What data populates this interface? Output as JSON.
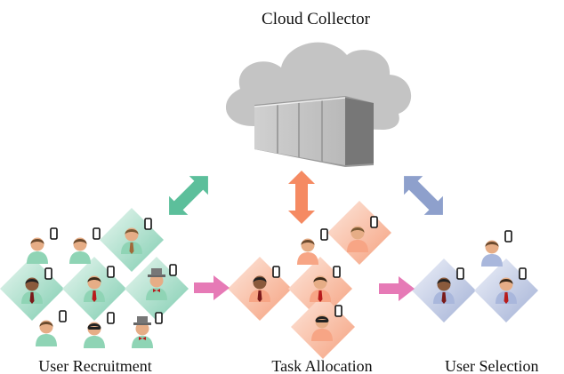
{
  "diagram": {
    "title": "Cloud Collector",
    "stages": [
      {
        "label": "User Recruitment",
        "color": "#5cbf9b",
        "tint": "#d8efe4"
      },
      {
        "label": "Task Allocation",
        "color": "#f58a62",
        "tint": "#fbd6c6"
      },
      {
        "label": "User Selection",
        "color": "#8ea0cc",
        "tint": "#d8deef"
      }
    ],
    "flow_arrow_color": "#e67ab6",
    "cloud_color": "#c4c4c4",
    "server_color": "#8c8c8c",
    "icons": [
      "cloud-icon",
      "server-icon",
      "user-icon",
      "smartphone-icon",
      "double-arrow-icon",
      "right-arrow-icon"
    ]
  }
}
